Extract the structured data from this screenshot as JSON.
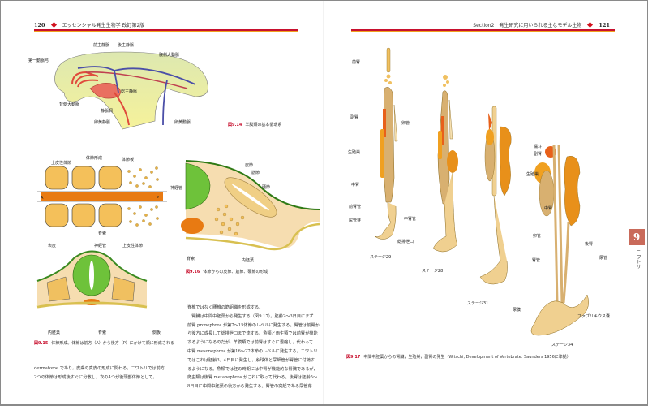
{
  "left_page": {
    "page_number": "120",
    "running_head": "エッセンシャル発生生物学 改訂第2版",
    "figure_9_14": {
      "number": "図9.14",
      "caption": "羊膜類の基本循環系",
      "labels": {
        "anterior_cardinal_vein": "前主静脈",
        "posterior_cardinal_vein": "後主静脈",
        "first_aortic_arch": "第一動脈弓",
        "dorsal_aorta": "背側大動脈",
        "common_cardinal_vein": "総主静脈",
        "ventral_aorta": "腹側大動脈",
        "venous_sinus": "静脈洞",
        "vitelline_vein": "卵黄静脈",
        "vitelline_artery": "卵黄動脈"
      }
    },
    "figure_9_15": {
      "number": "図9.15",
      "caption": "体節形成。体節は前方（A）から後方（P）にかけて順に形成される",
      "labels": {
        "epithelial_somite": "上皮性体節",
        "somitogenesis": "体節形成",
        "presomitic_mesoderm": "体節板",
        "anterior": "A",
        "posterior": "P",
        "notochord_top": "脊索",
        "epidermis": "表皮",
        "neural_tube": "神経管",
        "epithelial_somite_2": "上皮性体節",
        "endoderm": "内胚葉",
        "notochord": "脊索",
        "lateral_plate": "側板"
      }
    },
    "figure_9_16": {
      "number": "図9.16",
      "caption": "体節からの皮節、筋節、硬節の形成",
      "labels": {
        "dermatome": "皮節",
        "myotome": "筋節",
        "sclerotome": "硬節",
        "neural_tube": "神経管",
        "notochord": "脊索",
        "endoderm": "内胚葉"
      }
    },
    "body_text_right": [
      "脊椎ではなく腰椎の筋組織を形成する。",
      "　腎臓は中間中胚葉から発生する（図9.17）。胚齢2～3日目にまず",
      "前腎 pronephros が第7～15体節のレベルに発生する。腎管は前腎か",
      "ら後方に成長して総排泄口まで達する。魚類と両生類では前腎が機能",
      "するようになるのだが，羊膜類では前腎はすぐに退縮し，代わって",
      "中腎 mesonephros が第16～27体節のレベルに発生する。ニワトリ",
      "ではこれは胚齢3，4日目に発生し，糸球体と尿細管が腎管に付随す",
      "るようになる。魚類では胚の時期には中腎が機能的な腎臓であるが，",
      "爬虫類は後腎 metanephros がこれに取って代わる。後腎は胚齢5～",
      "8日目に中間中胚葉の後方から発生する。腎管の突起である尿管芽"
    ],
    "body_text_bottom": [
      "dermatome であり，皮膚の真皮の形成に関わる。ニワトリでは前方",
      "2つの体節は形成後すぐに分散し，次の4つが後頭部体節として，"
    ]
  },
  "right_page": {
    "page_number": "121",
    "running_head": "Section2　発生研究に用いられる主なモデル生物",
    "figure_9_17": {
      "number": "図9.17",
      "caption": "中間中胚葉からの腎臓，生殖巣，副腎の発生（Witschi, Development of Vertebrate. Saunders 1956に準拠）",
      "labels": {
        "pronephros": "前腎",
        "adrenal": "副腎",
        "wolffian_duct_short": "卵管",
        "gonad": "生殖巣",
        "mesonephros": "中腎",
        "mesonephric_duct": "前腎管",
        "ureter_bud": "尿管芽",
        "mesonephric_duct_2": "中腎管",
        "cloaca": "総排泄口",
        "stage_29": "ステージ29",
        "stage_28": "ステージ28",
        "stage_31": "ステージ31",
        "stage_34": "ステージ34",
        "infundibulum": "漏斗",
        "adrenal_34": "副腎",
        "gonad_34": "生殖巣",
        "mesonephros_34": "中腎",
        "oviduct": "卵管",
        "metanephros": "後腎",
        "wolffian_duct": "腎管",
        "ureter": "尿管",
        "allantois": "尿膜",
        "bursa_fabricius": "ファブリキウス嚢"
      }
    },
    "thumb_index": {
      "chapter": "9",
      "label": "ニワトリ"
    }
  }
}
